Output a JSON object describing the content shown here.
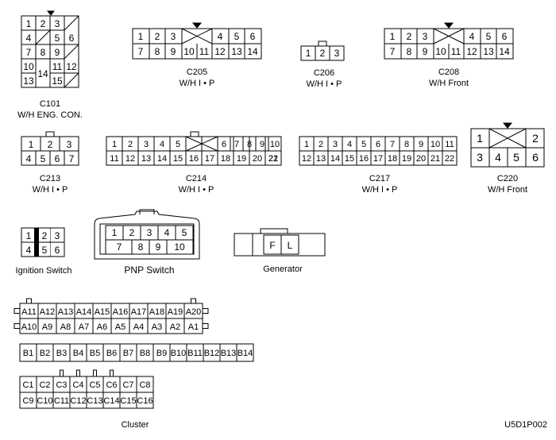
{
  "figure_id": "U5D1P002",
  "connectors": {
    "c101": {
      "name": "C101",
      "desc": "W/H ENG. CON.",
      "pins": [
        "1",
        "2",
        "3",
        "4",
        "5",
        "6",
        "7",
        "8",
        "9",
        "10",
        "11",
        "12",
        "13",
        "14",
        "15"
      ]
    },
    "c205": {
      "name": "C205",
      "desc": "W/H I • P",
      "pins": [
        "1",
        "2",
        "3",
        "4",
        "5",
        "6",
        "7",
        "8",
        "9",
        "10",
        "11",
        "12",
        "13",
        "14"
      ]
    },
    "c206": {
      "name": "C206",
      "desc": "W/H I • P",
      "pins": [
        "1",
        "2",
        "3"
      ]
    },
    "c208": {
      "name": "C208",
      "desc": "W/H Front",
      "pins": [
        "1",
        "2",
        "3",
        "4",
        "5",
        "6",
        "7",
        "8",
        "9",
        "10",
        "11",
        "12",
        "13",
        "14"
      ]
    },
    "c213": {
      "name": "C213",
      "desc": "W/H I • P",
      "pins": [
        "1",
        "2",
        "3",
        "4",
        "5",
        "6",
        "7"
      ]
    },
    "c214": {
      "name": "C214",
      "desc": "W/H I • P",
      "pins": [
        "1",
        "2",
        "3",
        "4",
        "5",
        "6",
        "7",
        "8",
        "9",
        "10",
        "11",
        "12",
        "13",
        "14",
        "15",
        "16",
        "17",
        "18",
        "19",
        "20",
        "21",
        "22"
      ]
    },
    "c217": {
      "name": "C217",
      "desc": "W/H I • P",
      "pins": [
        "1",
        "2",
        "3",
        "4",
        "5",
        "6",
        "7",
        "8",
        "9",
        "10",
        "11",
        "12",
        "13",
        "14",
        "15",
        "16",
        "17",
        "18",
        "19",
        "20",
        "21",
        "22"
      ]
    },
    "c220": {
      "name": "C220",
      "desc": "W/H Front",
      "pins": [
        "1",
        "2",
        "3",
        "4",
        "5",
        "6"
      ]
    },
    "ignition": {
      "name": "Ignition Switch",
      "pins": [
        "1",
        "2",
        "3",
        "4",
        "5",
        "6"
      ]
    },
    "pnp": {
      "name": "PNP Switch",
      "pins": [
        "1",
        "2",
        "3",
        "4",
        "5",
        "6",
        "7",
        "8",
        "9",
        "10"
      ]
    },
    "generator": {
      "name": "Generator",
      "pins": [
        "F",
        "L"
      ]
    },
    "cluster": {
      "name": "Cluster",
      "a_top": [
        "A11",
        "A12",
        "A13",
        "A14",
        "A15",
        "A16",
        "A17",
        "A18",
        "A19",
        "A20"
      ],
      "a_bottom": [
        "A10",
        "A9",
        "A8",
        "A7",
        "A6",
        "A5",
        "A4",
        "A3",
        "A2",
        "A1"
      ],
      "b": [
        "B1",
        "B2",
        "B3",
        "B4",
        "B5",
        "B6",
        "B7",
        "B8",
        "B9",
        "B10",
        "B11",
        "B12",
        "B13",
        "B14"
      ],
      "c_top": [
        "C1",
        "C2",
        "C3",
        "C4",
        "C5",
        "C6",
        "C7",
        "C8"
      ],
      "c_bottom": [
        "C9",
        "C10",
        "C11",
        "C12",
        "C13",
        "C14",
        "C15",
        "C16"
      ]
    }
  }
}
